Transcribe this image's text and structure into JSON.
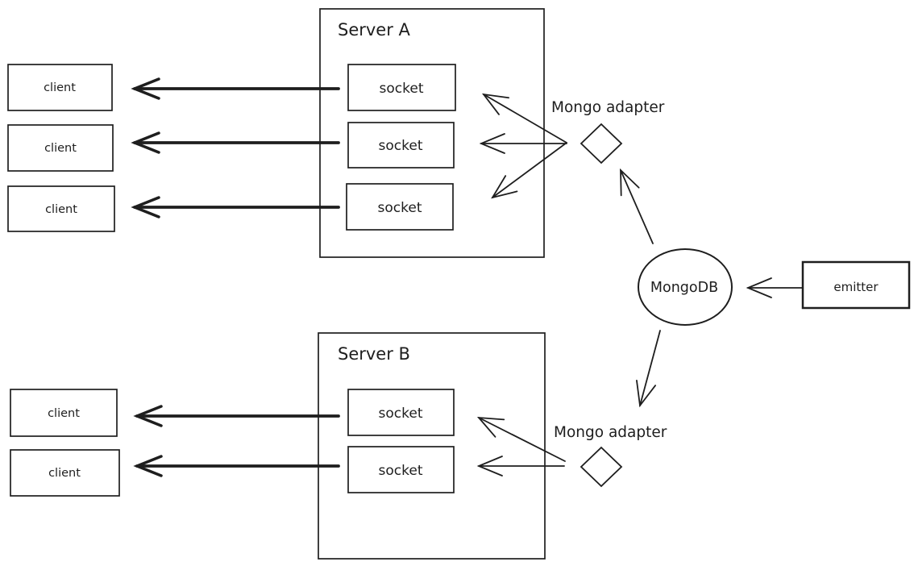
{
  "diagram": {
    "colors": {
      "stroke": "#1e1e1e",
      "background": "#ffffff"
    },
    "server_a": {
      "label": "Server A",
      "sockets": [
        "socket",
        "socket",
        "socket"
      ]
    },
    "server_b": {
      "label": "Server B",
      "sockets": [
        "socket",
        "socket"
      ]
    },
    "clients_top": [
      "client",
      "client",
      "client"
    ],
    "clients_bottom": [
      "client",
      "client"
    ],
    "adapter_top": {
      "label": "Mongo adapter"
    },
    "adapter_bottom": {
      "label": "Mongo adapter"
    },
    "mongodb": {
      "label": "MongoDB"
    },
    "emitter": {
      "label": "emitter"
    }
  }
}
